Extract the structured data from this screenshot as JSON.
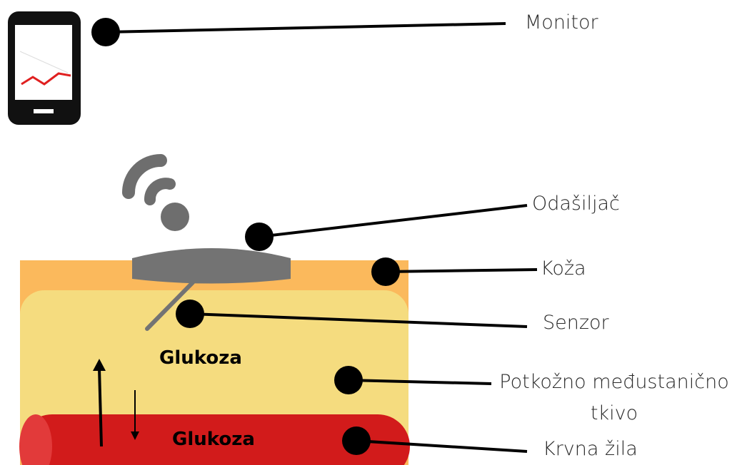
{
  "colors": {
    "skin": "#fbb95c",
    "interstitial_tissue": "#f5dc7f",
    "blood_vessel": "#d21b1b",
    "blood_vessel_cap": "#e23a3a",
    "transmitter": "#737373",
    "phone_body": "#111111",
    "phone_graph": "#e02020",
    "signal": "#6e6e6e",
    "pointer": "#000000"
  },
  "icons": {
    "phone": "smartphone-icon",
    "signal": "wifi-signal-icon"
  },
  "labels": {
    "monitor": "Monitor",
    "transmitter": "Odašiljač",
    "skin": "Koža",
    "sensor": "Senzor",
    "tissue_line1": "Potkožno međustanično",
    "tissue_line2": "tkivo",
    "vessel": "Krvna žila"
  },
  "inner_labels": {
    "glucose_tissue": "Glukoza",
    "glucose_blood": "Glukoza"
  }
}
